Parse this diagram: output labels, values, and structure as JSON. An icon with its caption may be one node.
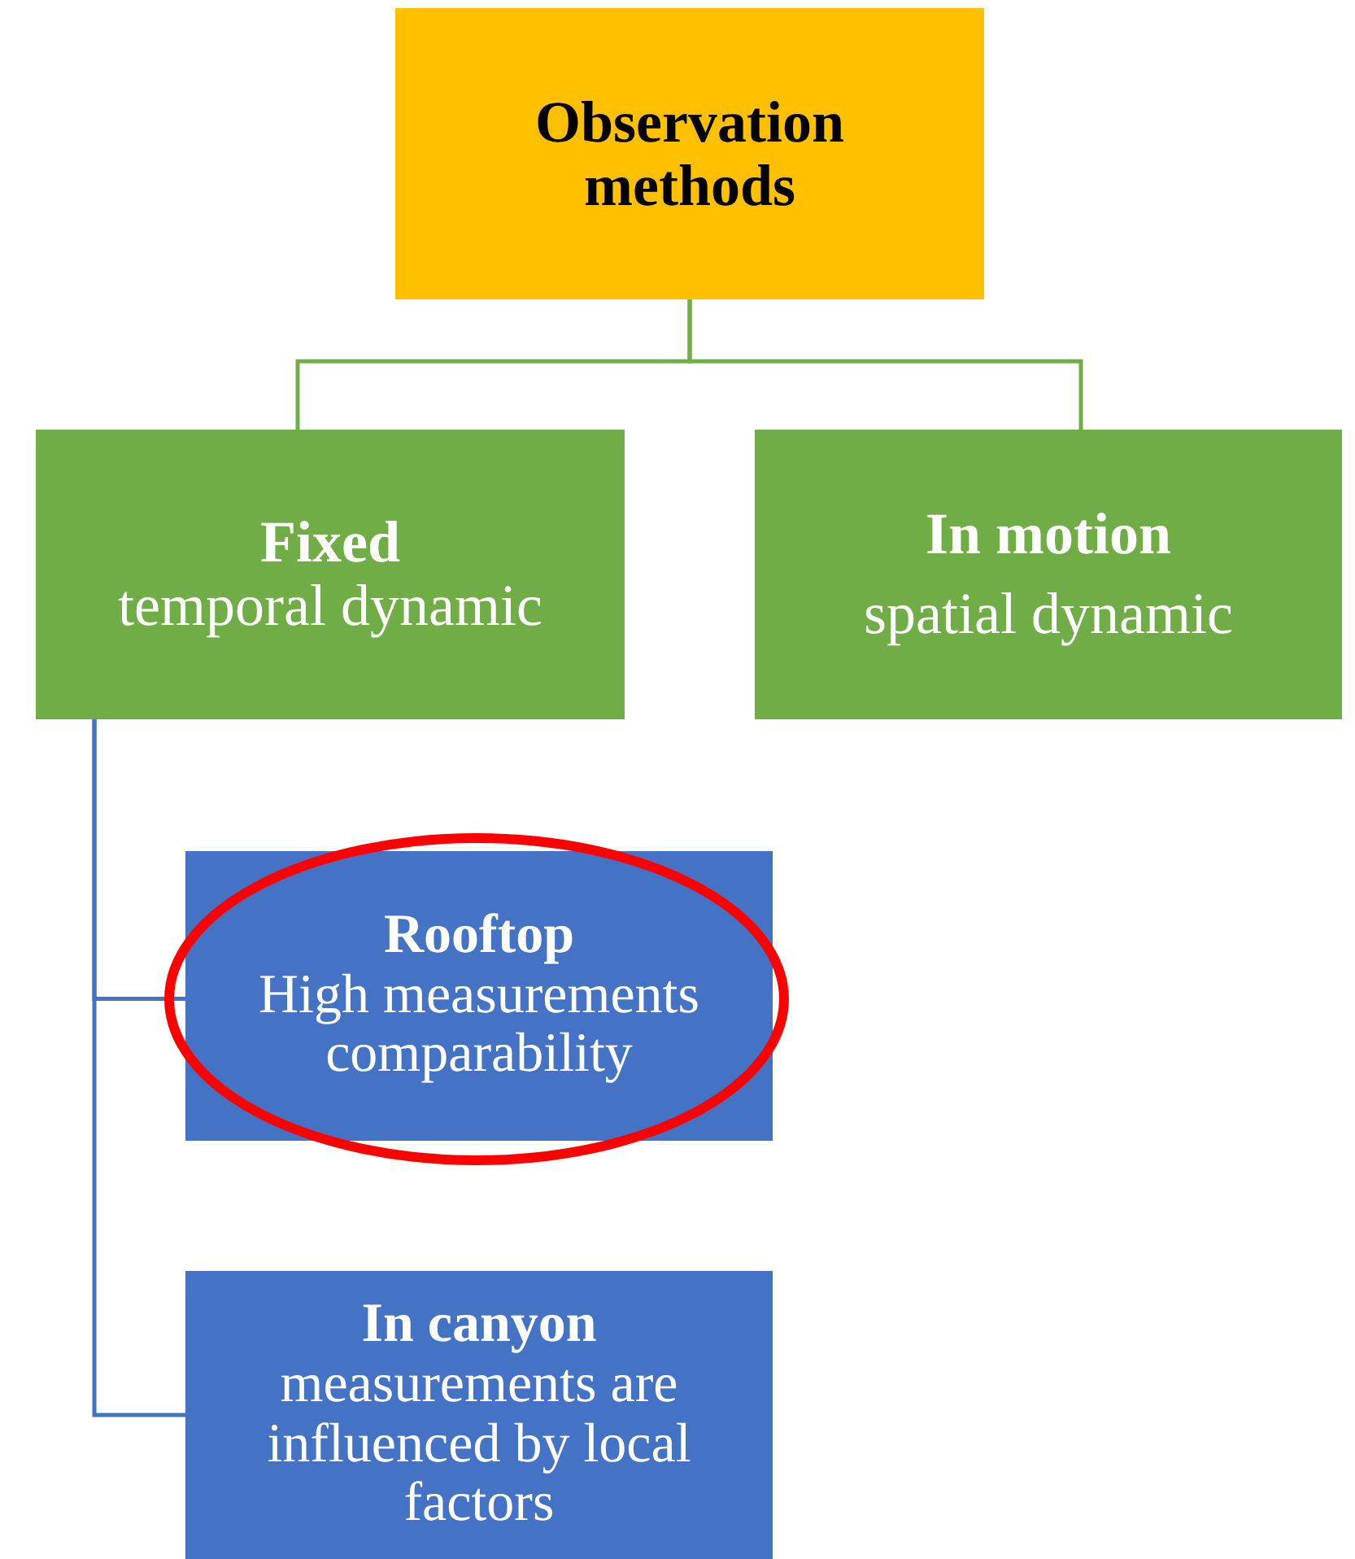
{
  "diagram": {
    "nodes": [
      {
        "text": [
          "Observation methods"
        ]
      },
      {
        "text": [
          "Fixed",
          "temporal dynamic"
        ]
      },
      {
        "text": [
          "In motion",
          "spatial dynamic"
        ]
      },
      {
        "text": [
          "Rooftop",
          "High measurements comparability"
        ]
      },
      {
        "text": [
          "In canyon",
          "measurements are influenced by local factors"
        ]
      }
    ],
    "edges": [
      {
        "from": 0,
        "to": 1,
        "arrow": "none",
        "color": "#70ad47"
      },
      {
        "from": 0,
        "to": 2,
        "arrow": "none",
        "color": "#70ad47"
      },
      {
        "from": 1,
        "to": 3,
        "arrow": "none",
        "color": "#4472c4"
      },
      {
        "from": 1,
        "to": 4,
        "arrow": "none",
        "color": "#4472c4"
      }
    ]
  }
}
